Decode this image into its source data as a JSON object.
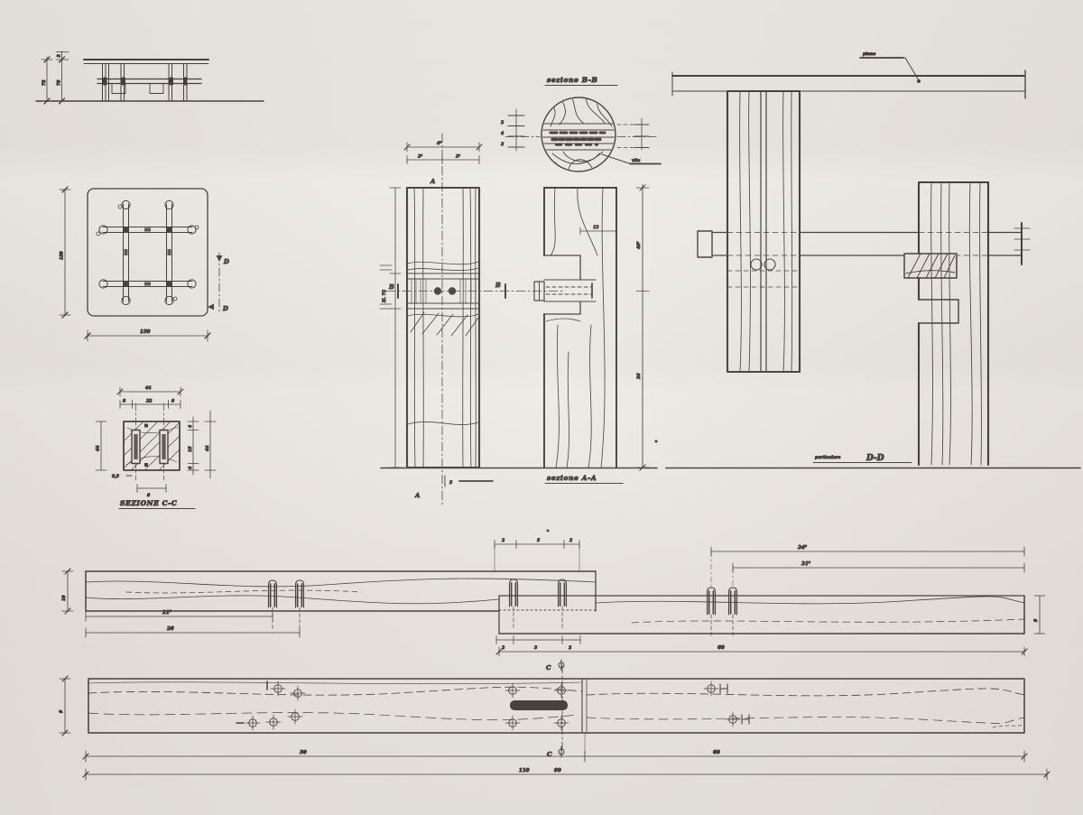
{
  "colors": {
    "paper": "#e8e4dc",
    "ink": "#39342c"
  },
  "drawing": {
    "titles": {
      "section_bb": "sezione B-B",
      "section_aa": "sezione A-A",
      "section_cc": "SEZIONE C-C",
      "detail_dd_word": "particolare",
      "detail_dd": "D-D",
      "top_leader": "piano",
      "screw_leader": "vite"
    },
    "markers": {
      "a": "A",
      "b": "B",
      "c": "C",
      "d": "D"
    },
    "dims": {
      "elev_h72": "72",
      "elev_h75": "75",
      "elev_h3": "3",
      "plan_w": "150",
      "plan_h": "150",
      "cc_top": "44",
      "cc_r1": "8",
      "cc_r2": "22",
      "cc_r3": "8",
      "cc_left": "44",
      "cc_ra": "4",
      "cc_rb": "18",
      "cc_rc": "4",
      "cc_rtot": "44",
      "cc_b1": "0,5",
      "cc_b2": "8",
      "aa_top": "4⁵",
      "aa_half1": "2¹",
      "aa_half2": "2¹",
      "aa_h": "H. 72",
      "aa_r1": "40⁵",
      "aa_r2": "26",
      "aa_notch": "12",
      "aa_note": "5",
      "bb_l1": "2",
      "bb_l2": "4",
      "bb_l3": "2",
      "r1_left": "10",
      "r1_d21": "21³",
      "r1_d26": "26",
      "r1_t1": "2",
      "r1_t2": "5",
      "r1_t3": "2",
      "r1_b1": "2",
      "r1_b2": "5",
      "r1_b3": "2",
      "r1_r24": "24⁵",
      "r1_r21": "21⁵",
      "r1_w60": "60",
      "r1_end": "9",
      "r2_left": "9",
      "r2_d30": "30",
      "r2_d60": "60",
      "r2_d110": "110",
      "r2_d90": "90"
    }
  }
}
